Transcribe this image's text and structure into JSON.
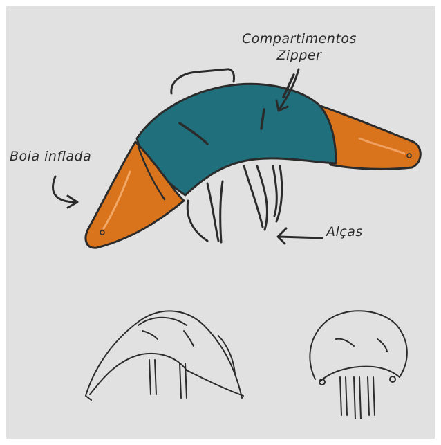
{
  "labels": {
    "compartments_line1": "Compartimentos",
    "compartments_line2": "Zipper",
    "inflated_float": "Boia inflada",
    "straps": "Alças"
  },
  "colors": {
    "background": "#e1e1e1",
    "body_teal": "#1f6f7c",
    "float_orange": "#d9731c",
    "ink": "#2b2b2b"
  }
}
